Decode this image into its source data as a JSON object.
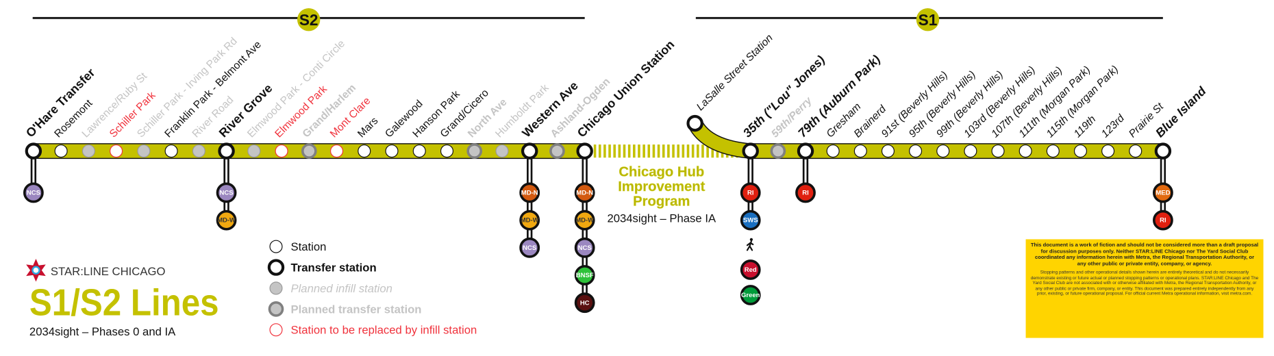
{
  "lines": {
    "s2": {
      "label": "S2"
    },
    "s1": {
      "label": "S1"
    }
  },
  "colors": {
    "line": "#c4c100",
    "NCS": "#9b87c0",
    "MD-W": "#f0a810",
    "MD-N": "#d35a10",
    "BNSF": "#2ec23a",
    "HC": "#5a1010",
    "RI": "#e02010",
    "SWS": "#1a6fc0",
    "Red": "#c8102e",
    "Green": "#009b3a",
    "MED": "#e26a10"
  },
  "s2_stations": [
    {
      "name": "O'Hare Transfer",
      "type": "transfer",
      "connections": [
        "NCS"
      ]
    },
    {
      "name": "Rosemont",
      "type": "station"
    },
    {
      "name": "Lawrence/Ruby St",
      "type": "infill"
    },
    {
      "name": "Schiller Park",
      "type": "replaced"
    },
    {
      "name": "Schiller Park - Irving Park Rd",
      "type": "infill"
    },
    {
      "name": "Franklin Park - Belmont Ave",
      "type": "station"
    },
    {
      "name": "River Road",
      "type": "infill"
    },
    {
      "name": "River Grove",
      "type": "transfer",
      "connections": [
        "NCS",
        "MD-W"
      ]
    },
    {
      "name": "Elmwood Park - Conti Circle",
      "type": "infill"
    },
    {
      "name": "Elmwood Park",
      "type": "replaced"
    },
    {
      "name": "Grand/Harlem",
      "type": "planned_transfer"
    },
    {
      "name": "Mont Clare",
      "type": "replaced"
    },
    {
      "name": "Mars",
      "type": "station"
    },
    {
      "name": "Galewood",
      "type": "station"
    },
    {
      "name": "Hanson Park",
      "type": "station"
    },
    {
      "name": "Grand/Cicero",
      "type": "station"
    },
    {
      "name": "North Ave",
      "type": "planned_transfer"
    },
    {
      "name": "Humboldt Park",
      "type": "infill"
    },
    {
      "name": "Western Ave",
      "type": "transfer",
      "connections": [
        "MD-N",
        "MD-W",
        "NCS"
      ]
    },
    {
      "name": "Ashland-Ogden",
      "type": "planned_transfer"
    },
    {
      "name": "Chicago Union Station",
      "type": "transfer",
      "connections": [
        "MD-N",
        "MD-W",
        "NCS",
        "BNSF",
        "HC"
      ]
    }
  ],
  "lasalle": {
    "name": "LaSalle Street Station",
    "type": "transfer"
  },
  "s1_stations": [
    {
      "name": "35th (\"Lou\" Jones)",
      "type": "transfer",
      "connections": [
        "RI",
        "SWS"
      ],
      "walk_connections": [
        "Red",
        "Green"
      ]
    },
    {
      "name": "59th/Perry",
      "type": "planned_transfer"
    },
    {
      "name": "79th (Auburn Park)",
      "type": "transfer",
      "connections": [
        "RI"
      ]
    },
    {
      "name": "Gresham",
      "type": "station"
    },
    {
      "name": "Brainerd",
      "type": "station"
    },
    {
      "name": "91st (Beverly Hills)",
      "type": "station"
    },
    {
      "name": "95th (Beverly Hills)",
      "type": "station"
    },
    {
      "name": "99th (Beverly Hills)",
      "type": "station"
    },
    {
      "name": "103rd (Beverly Hills)",
      "type": "station"
    },
    {
      "name": "107th (Beverly Hills)",
      "type": "station"
    },
    {
      "name": "111th (Morgan Park)",
      "type": "station"
    },
    {
      "name": "115th (Morgan Park)",
      "type": "station"
    },
    {
      "name": "119th",
      "type": "station"
    },
    {
      "name": "123rd",
      "type": "station"
    },
    {
      "name": "Prairie St",
      "type": "station"
    },
    {
      "name": "Blue Island",
      "type": "transfer",
      "connections": [
        "MED",
        "RI"
      ]
    }
  ],
  "chip": {
    "title_1": "Chicago Hub",
    "title_2": "Improvement",
    "title_3": "Program",
    "subtitle": "2034sight – Phase IA"
  },
  "branding": {
    "org": "STAR:LINE CHICAGO",
    "title": "S1/S2 Lines",
    "subtitle": "2034sight – Phases 0 and IA"
  },
  "legend": [
    {
      "type": "station",
      "label": "Station"
    },
    {
      "type": "transfer",
      "label": "Transfer station"
    },
    {
      "type": "infill",
      "label": "Planned infill station"
    },
    {
      "type": "planned_transfer",
      "label": "Planned transfer station"
    },
    {
      "type": "replaced",
      "label": "Station to be replaced by infill station"
    }
  ],
  "disclaimer": {
    "p1": "This document is a work of fiction and should not be considered more than a draft proposal for discussion purposes only. Neither STAR:LINE Chicago nor The Yard Social Club coordinated any information herein with Metra, the Regional Transportation Authority, or any other public or private entity, company, or agency.",
    "p2": "Stopping patterns and other operational details shown herein are entirely theoretical and do not necessarily demonstrate existing or future actual or planned stopping patterns or operational plans.  STAR:LINE Chicago and The Yard Social Club are not associated with or otherwise affiliated with Metra, the Regional Transportation Authority, or any other public or private firm, company, or entity.  This document was prepared entirely independently from any prior, existing, or future operational proposal. For official current Metra operational information, visit metra.com."
  }
}
